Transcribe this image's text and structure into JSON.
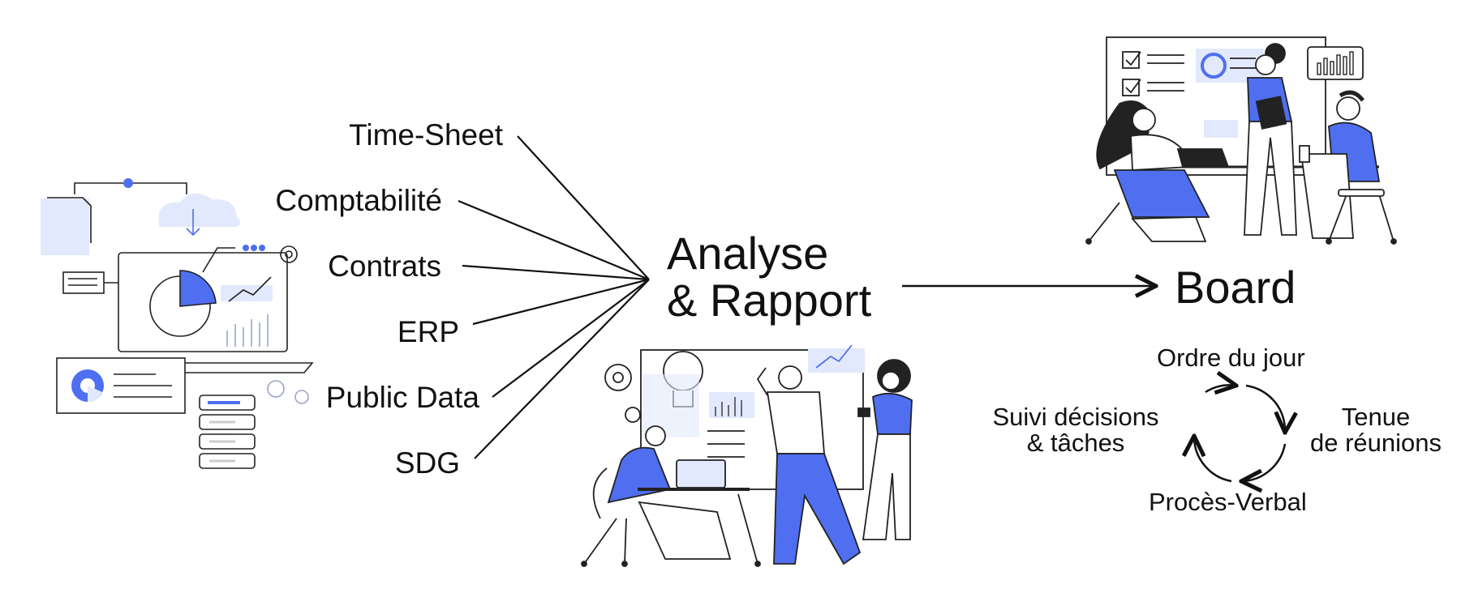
{
  "sources": [
    "Time-Sheet",
    "Comptabilité",
    "Contrats",
    "ERP",
    "Public Data",
    "SDG"
  ],
  "hub": {
    "line1": "Analyse",
    "line2": "& Rapport"
  },
  "target": "Board",
  "cycle": {
    "top": "Ordre du jour",
    "right_line1": "Tenue",
    "right_line2": "de réunions",
    "bottom": "Procès-Verbal",
    "left_line1": "Suivi décisions",
    "left_line2": "& tâches"
  },
  "colors": {
    "accent": "#4f6ff0",
    "accent_light": "#e3e9fc",
    "ink": "#111111"
  },
  "illustrations": [
    "data-sources-illustration",
    "analysis-team-illustration",
    "board-meeting-illustration"
  ]
}
